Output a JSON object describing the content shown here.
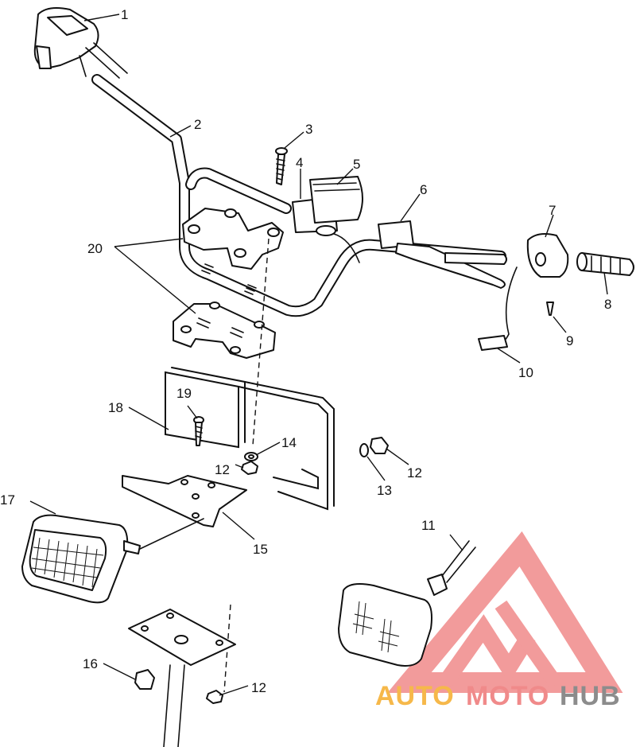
{
  "diagram": {
    "callouts": [
      {
        "id": "c1",
        "label": "1"
      },
      {
        "id": "c2",
        "label": "2"
      },
      {
        "id": "c3",
        "label": "3"
      },
      {
        "id": "c4",
        "label": "4"
      },
      {
        "id": "c5",
        "label": "5"
      },
      {
        "id": "c6",
        "label": "6"
      },
      {
        "id": "c7",
        "label": "7"
      },
      {
        "id": "c8",
        "label": "8"
      },
      {
        "id": "c9",
        "label": "9"
      },
      {
        "id": "c10",
        "label": "10"
      },
      {
        "id": "c11",
        "label": "11"
      },
      {
        "id": "c12a",
        "label": "12"
      },
      {
        "id": "c12b",
        "label": "12"
      },
      {
        "id": "c12c",
        "label": "12"
      },
      {
        "id": "c13",
        "label": "13"
      },
      {
        "id": "c14",
        "label": "14"
      },
      {
        "id": "c15",
        "label": "15"
      },
      {
        "id": "c16",
        "label": "16"
      },
      {
        "id": "c17",
        "label": "17"
      },
      {
        "id": "c18",
        "label": "18"
      },
      {
        "id": "c19",
        "label": "19"
      },
      {
        "id": "c20",
        "label": "20"
      }
    ]
  },
  "watermark": {
    "part1": "AUTO",
    "part2": "MOTO",
    "part3": "HUB",
    "color_light": "#f6b84a",
    "color_red": "#f08a8a",
    "color_gray": "#8c8c8c"
  }
}
